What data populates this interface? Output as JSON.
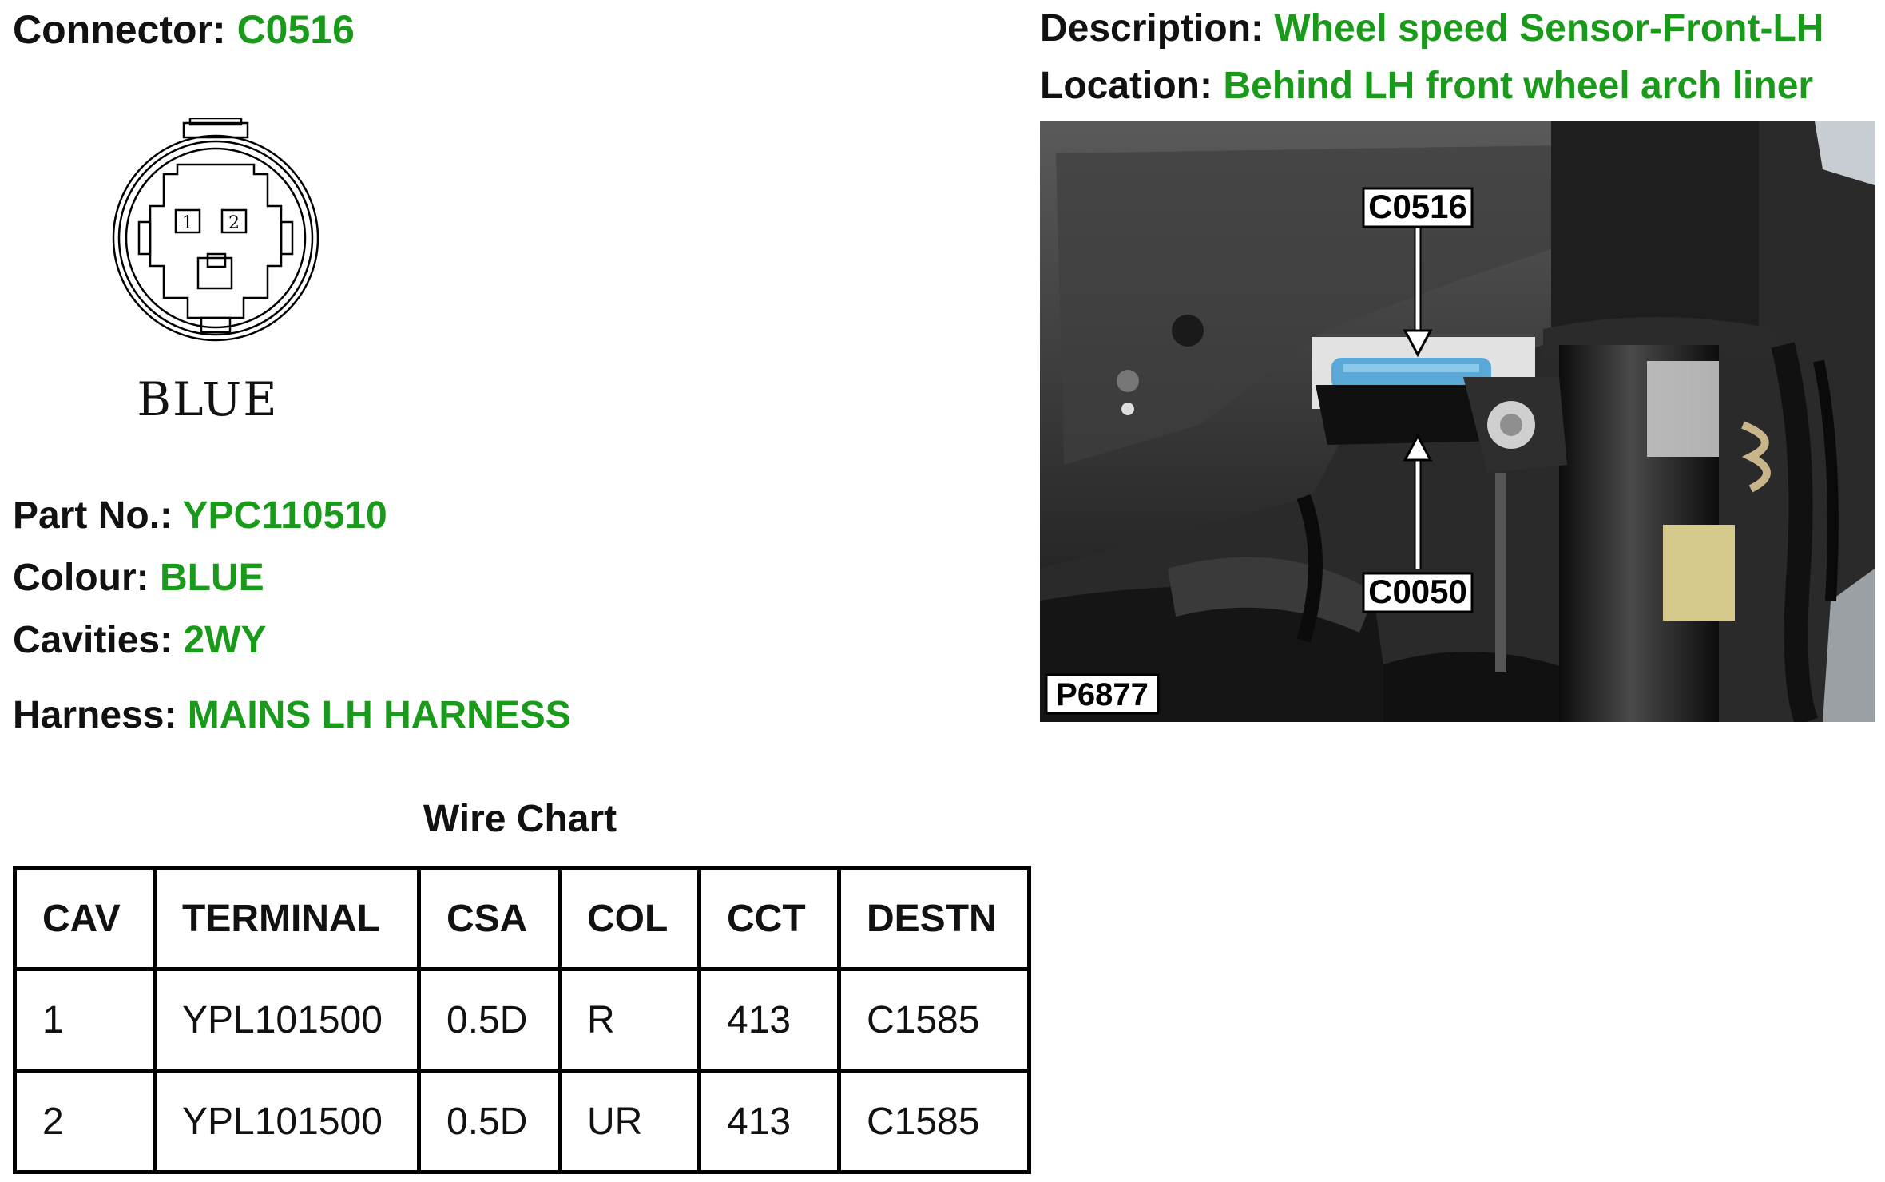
{
  "connector": {
    "label": "Connector:",
    "value": "C0516"
  },
  "description": {
    "label": "Description:",
    "value": "Wheel speed Sensor-Front-LH"
  },
  "location": {
    "label": "Location:",
    "value": "Behind LH front wheel arch liner"
  },
  "diagram": {
    "cavity_1": "1",
    "cavity_2": "2",
    "colour_label": "BLUE"
  },
  "photo": {
    "callout_top": "C0516",
    "callout_bottom": "C0050",
    "photo_id": "P6877"
  },
  "part": {
    "label": "Part No.:",
    "value": "YPC110510"
  },
  "colour": {
    "label": "Colour:",
    "value": "BLUE"
  },
  "cavities": {
    "label": "Cavities:",
    "value": "2WY"
  },
  "harness": {
    "label": "Harness:",
    "value": "MAINS LH HARNESS"
  },
  "wire_chart": {
    "title": "Wire Chart",
    "headers": [
      "CAV",
      "TERMINAL",
      "CSA",
      "COL",
      "CCT",
      "DESTN"
    ],
    "rows": [
      [
        "1",
        "YPL101500",
        "0.5D",
        "R",
        "413",
        "C1585"
      ],
      [
        "2",
        "YPL101500",
        "0.5D",
        "UR",
        "413",
        "C1585"
      ]
    ]
  }
}
